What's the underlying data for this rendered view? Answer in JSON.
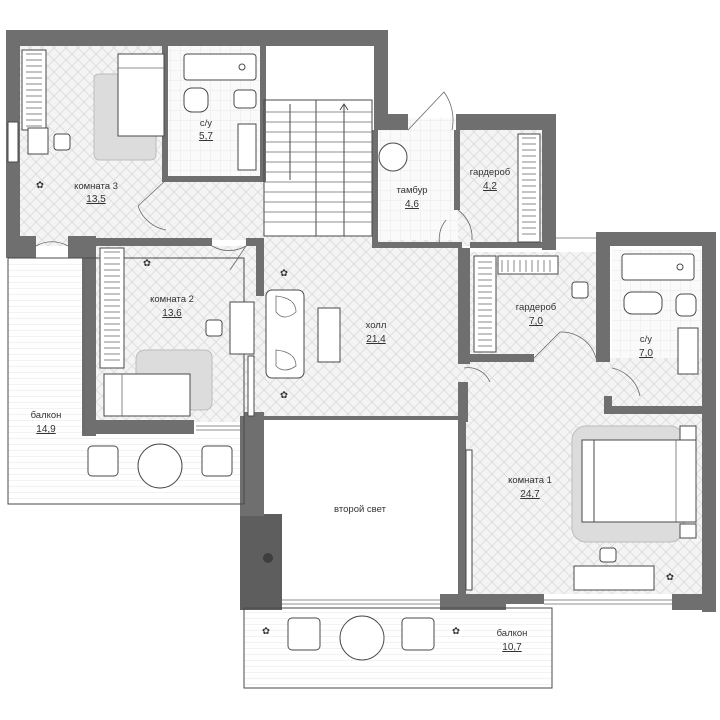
{
  "rooms": {
    "room3": {
      "label": "комната 3",
      "area": "13,5"
    },
    "bath_top": {
      "label": "с/у",
      "area": "5,7"
    },
    "vestibule": {
      "label": "тамбур",
      "area": "4,6"
    },
    "wardrobe_top": {
      "label": "гардероб",
      "area": "4,2"
    },
    "room2": {
      "label": "комната 2",
      "area": "13,6"
    },
    "hall": {
      "label": "холл",
      "area": "21,4"
    },
    "wardrobe_mid": {
      "label": "гардероб",
      "area": "7,0"
    },
    "bath_right": {
      "label": "с/у",
      "area": "7,0"
    },
    "balcony_left": {
      "label": "балкон",
      "area": "14,9"
    },
    "second_light": {
      "label": "второй свет"
    },
    "room1": {
      "label": "комната 1",
      "area": "24,7"
    },
    "balcony_bottom": {
      "label": "балкон",
      "area": "10,7"
    }
  },
  "colors": {
    "wall": "#6f6f6f",
    "rug": "#dcdcdc",
    "floor_line": "#cfcfcf"
  }
}
